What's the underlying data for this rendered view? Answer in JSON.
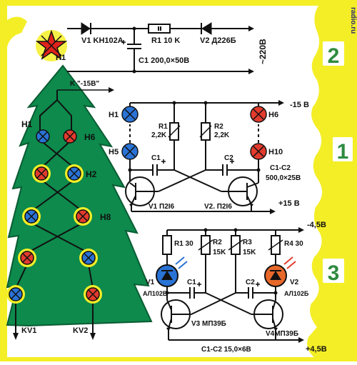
{
  "labels": {
    "v1_kn102a": "V1 KH102A",
    "r1_10k": "R1 10 K",
    "v2_d226b": "V2 Д226Б",
    "h1_star": "H1",
    "c1_main": "C1 200,0×50B",
    "mains_voltage": "~220B",
    "k_15v": "K \"-15B\"",
    "tree_h1": "H1",
    "tree_h6": "H6",
    "tree_h2": "H2",
    "tree_h8": "H8",
    "kv1": "KV1",
    "kv2": "KV2",
    "c2_h1": "H1",
    "c2_h5": "H5",
    "c2_h6": "H6",
    "c2_h10": "H10",
    "c2_r1": "R1",
    "c2_r1v": "2,2K",
    "c2_r2": "R2",
    "c2_r2v": "2,2K",
    "c2_c1": "C1",
    "c2_c2": "C2",
    "c2_cc": "C1-C2",
    "c2_ccv": "500,0×25B",
    "c2_m15": "-15 B",
    "c2_p15": "+15 B",
    "c2_v1": "V1 П2І6",
    "c2_v2": "V2. П2І6",
    "c3_m45": "-4,5B",
    "c3_r1": "R1 30",
    "c3_r2": "R2",
    "c3_r2v": "15K",
    "c3_r3": "R3",
    "c3_r3v": "15K",
    "c3_r4": "R4 30",
    "c3_v1": "V1",
    "c3_v1t": "AЛ102Б",
    "c3_v2": "V2",
    "c3_v2t": "AЛ102Б",
    "c3_c1": "C1",
    "c3_c2": "C2",
    "c3_v3": "V3 MП39Б",
    "c3_v4": "V4MП39Б",
    "c3_cc": "C1-C2 15,0×6B",
    "c3_p45": "+4,5B",
    "badge2": "2",
    "badge1": "1",
    "badge3": "3",
    "watermark": "radio.ru"
  },
  "colors": {
    "tree": "#0d8a4c",
    "tree_border": "#0a5c33",
    "yellow": "#f4ee27",
    "lamp_blue": "#2a73d6",
    "lamp_red": "#e23b2d",
    "star": "#e0231b",
    "badge_green": "#2e8b3e"
  }
}
